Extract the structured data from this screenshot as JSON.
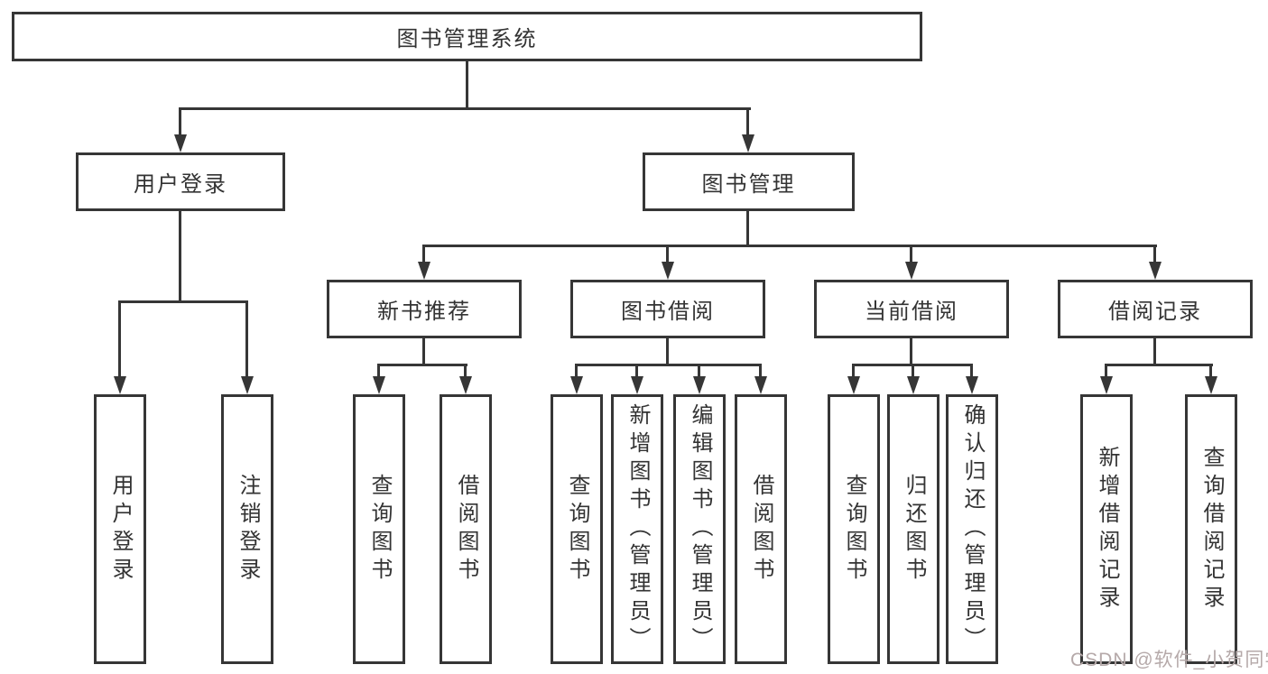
{
  "diagram": {
    "type": "hierarchy-tree",
    "root": {
      "label": "图书管理系统",
      "children": [
        {
          "label": "用户登录",
          "children": [
            {
              "label": "用户登录"
            },
            {
              "label": "注销登录"
            }
          ]
        },
        {
          "label": "图书管理",
          "children": [
            {
              "label": "新书推荐",
              "children": [
                {
                  "label": "查询图书"
                },
                {
                  "label": "借阅图书"
                }
              ]
            },
            {
              "label": "图书借阅",
              "children": [
                {
                  "label": "查询图书"
                },
                {
                  "label": "新增图书（管理员）"
                },
                {
                  "label": "编辑图书（管理员）"
                },
                {
                  "label": "借阅图书"
                }
              ]
            },
            {
              "label": "当前借阅",
              "children": [
                {
                  "label": "查询图书"
                },
                {
                  "label": "归还图书"
                },
                {
                  "label": "确认归还（管理员）"
                }
              ]
            },
            {
              "label": "借阅记录",
              "children": [
                {
                  "label": "新增借阅记录"
                },
                {
                  "label": "查询借阅记录"
                }
              ]
            }
          ]
        }
      ]
    }
  },
  "watermark": {
    "text": "CSDN @软件_小贺同学",
    "color": "#b5a9a9"
  },
  "colors": {
    "background": "#ffffff",
    "box_border": "#363636",
    "connector": "#363636",
    "text": "#333333"
  }
}
